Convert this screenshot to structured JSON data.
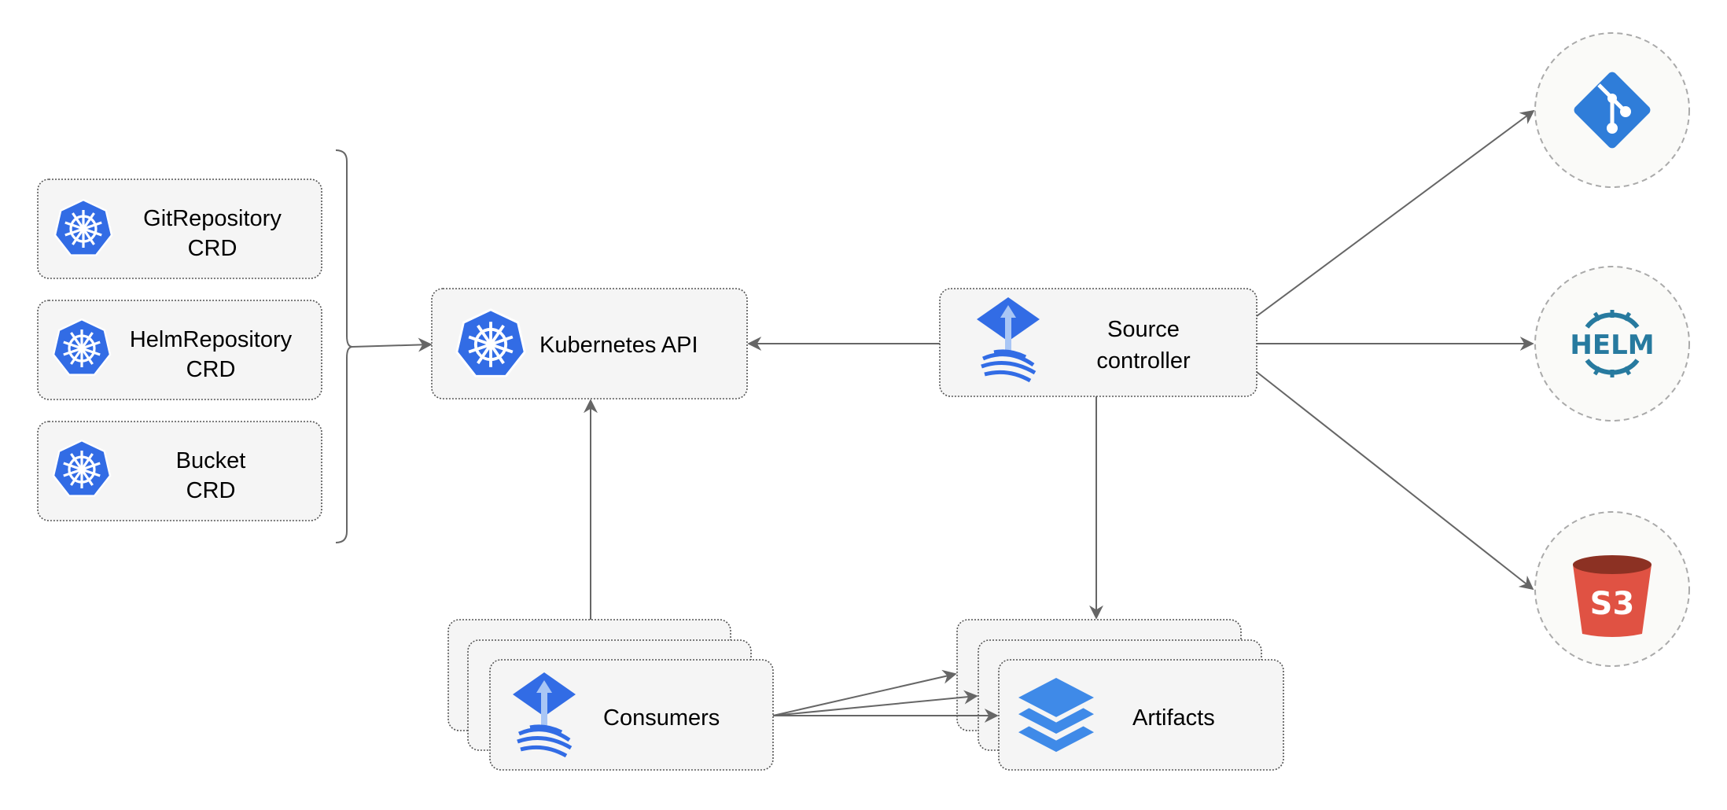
{
  "crds": [
    {
      "line1": "GitRepository",
      "line2": "CRD",
      "icon": "kubernetes-icon"
    },
    {
      "line1": "HelmRepository",
      "line2": "CRD",
      "icon": "kubernetes-icon"
    },
    {
      "line1": "Bucket",
      "line2": "CRD",
      "icon": "kubernetes-icon"
    }
  ],
  "kubernetes_api": {
    "label": "Kubernetes API",
    "icon": "kubernetes-icon"
  },
  "source_controller": {
    "line1": "Source",
    "line2": "controller",
    "icon": "flux-icon"
  },
  "consumers": {
    "label": "Consumers",
    "icon": "flux-icon"
  },
  "artifacts": {
    "label": "Artifacts",
    "icon": "layers-icon"
  },
  "sources": [
    {
      "name": "git",
      "icon": "git-icon"
    },
    {
      "name": "helm",
      "icon": "helm-icon",
      "text": "HELM"
    },
    {
      "name": "s3",
      "icon": "s3-bucket-icon",
      "text": "S3"
    }
  ],
  "colors": {
    "k8s": "#326ce5",
    "flux": "#326ce5",
    "layers": "#3f8ae8",
    "git": "#2f7dd9",
    "helm": "#277a9f",
    "s3_body": "#e05243",
    "s3_rim": "#8c3123"
  }
}
